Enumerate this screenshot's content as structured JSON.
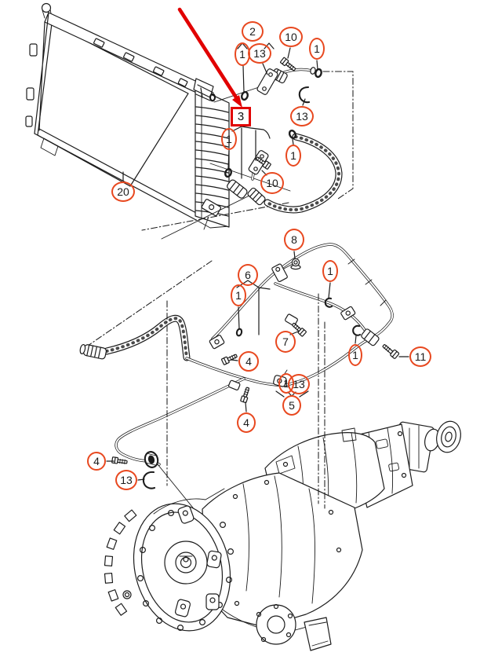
{
  "diagram": {
    "labels": {
      "n1": "1",
      "n2": "2",
      "n3": "3",
      "n4": "4",
      "n5": "5",
      "n6": "6",
      "n7": "7",
      "n8": "8",
      "n10": "10",
      "n11": "11",
      "n13": "13",
      "n20": "20"
    },
    "highlight": {
      "label": "3"
    },
    "colors": {
      "callout": "#e8481f",
      "highlight": "#e10000",
      "line": "#1c1c1c",
      "background": "#ffffff"
    }
  }
}
